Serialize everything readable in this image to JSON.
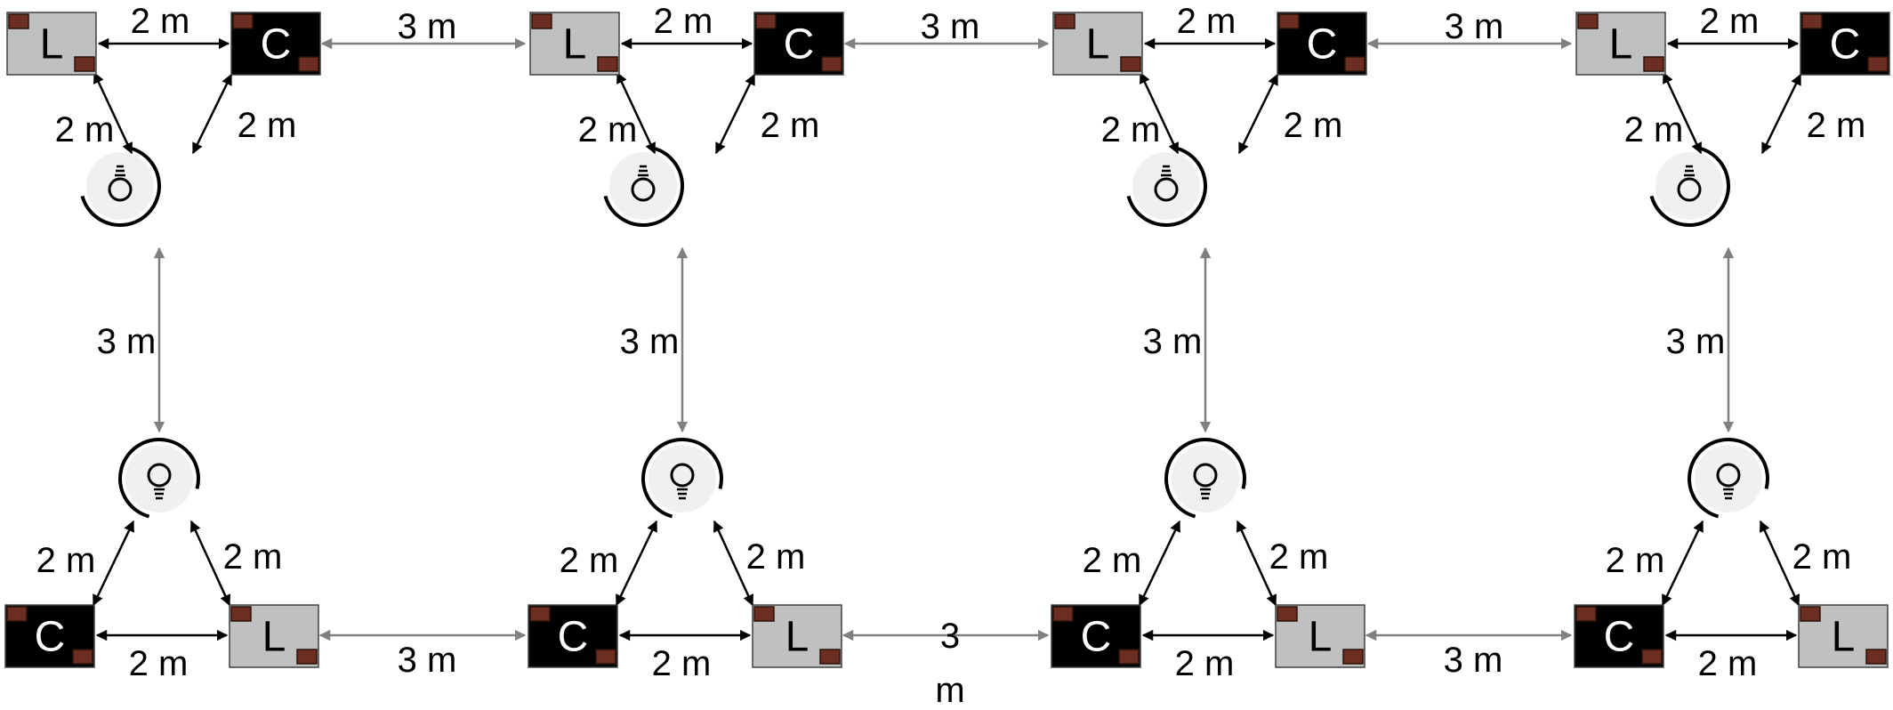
{
  "colors": {
    "light_box": "#c0c0c0",
    "dark_box": "#000000",
    "corner": "#6b2e21",
    "black_arrow": "#000000",
    "gray_arrow": "#808080",
    "bulb_fill": "#f0f0f0"
  },
  "icons": {
    "bulb": "light-bulb-icon",
    "arrow": "double-headed-arrow"
  },
  "labels": {
    "light": "L",
    "camera": "C",
    "short_distance": "2 m",
    "long_distance": "3 m",
    "long_distance_wrapped": [
      "3",
      "m"
    ]
  }
}
